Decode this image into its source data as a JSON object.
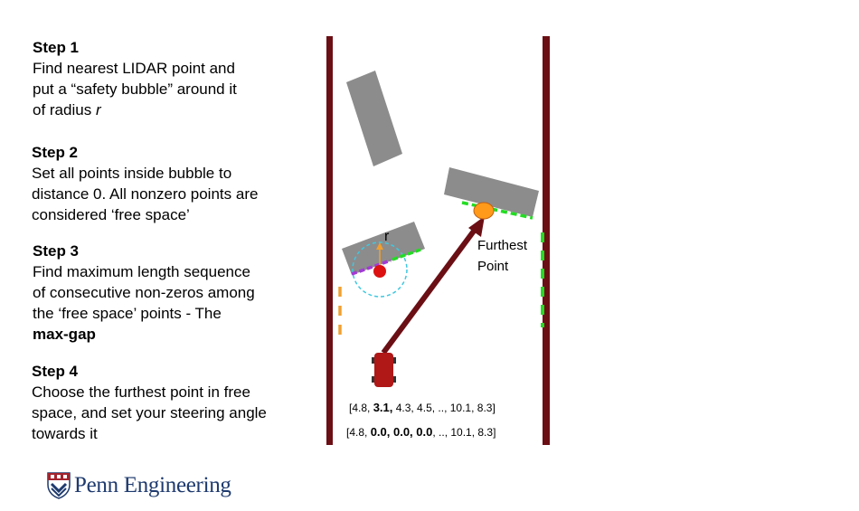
{
  "steps": [
    {
      "title": "Step 1",
      "lines": [
        "Find nearest LIDAR point and",
        "put a “safety bubble” around it",
        "of radius "
      ],
      "italic_tail": "r"
    },
    {
      "title": "Step 2",
      "lines": [
        "Set all points inside bubble to",
        "distance 0. All nonzero points are",
        "considered ‘free space’"
      ]
    },
    {
      "title": "Step 3",
      "lines": [
        "Find maximum length sequence",
        "of consecutive non-zeros among",
        "the ‘free space’ points - The"
      ],
      "bold_tail": "max-gap"
    },
    {
      "title": "Step 4",
      "lines": [
        "Choose the furthest point in free",
        "space, and set your steering angle",
        "towards it"
      ]
    }
  ],
  "diagram": {
    "radius_label": "r",
    "furthest_label_line1": "Furthest",
    "furthest_label_line2": "Point",
    "array1": {
      "prefix": "[4.8, ",
      "bold": "3.1,",
      "suffix": " 4.3, 4.5, .., 10.1, 8.3]"
    },
    "array2": {
      "prefix": "[4.8, ",
      "bold": "0.0, 0.0, 0.0",
      "suffix": ", .., 10.1, 8.3]"
    },
    "colors": {
      "wall": "#6b0f15",
      "obstacle": "#8c8c8c",
      "lidar_free": "#22dd22",
      "lidar_bubble": "#a23ad6",
      "lidar_left": "#f0a030",
      "bubble": "#3ec8e0",
      "nearest_point": "#dd1111",
      "furthest_point": "#ff9a1a",
      "arrow": "#6b0f15",
      "car": "#b01717"
    }
  },
  "logo": {
    "text": "Penn Engineering",
    "icon": "penn-shield-icon"
  }
}
